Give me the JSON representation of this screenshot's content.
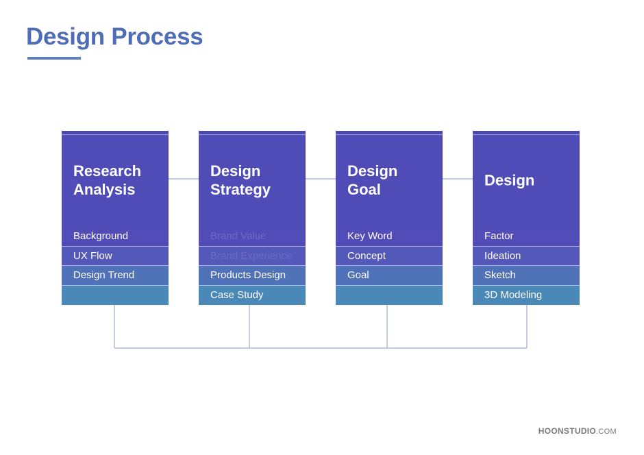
{
  "title": "Design Process",
  "footer": {
    "brand": "HOONSTUDIO",
    "domain": ".COM"
  },
  "colors": {
    "title": "#4f6cb6",
    "header": "#4f4cb8",
    "connector": "#9aaed3"
  },
  "columns": [
    {
      "heading": "Research\nAnalysis",
      "items": [
        "Background",
        "UX Flow",
        "Design Trend",
        ""
      ]
    },
    {
      "heading": "Design\nStrategy",
      "items": [
        "Brand Value",
        "Brand Experience",
        "Products Design",
        "Case Study"
      ]
    },
    {
      "heading": "Design\nGoal",
      "items": [
        "Key Word",
        "Concept",
        "Goal",
        ""
      ]
    },
    {
      "heading": "Design",
      "items": [
        "Factor",
        "Ideation",
        "Sketch",
        "3D Modeling"
      ]
    }
  ]
}
